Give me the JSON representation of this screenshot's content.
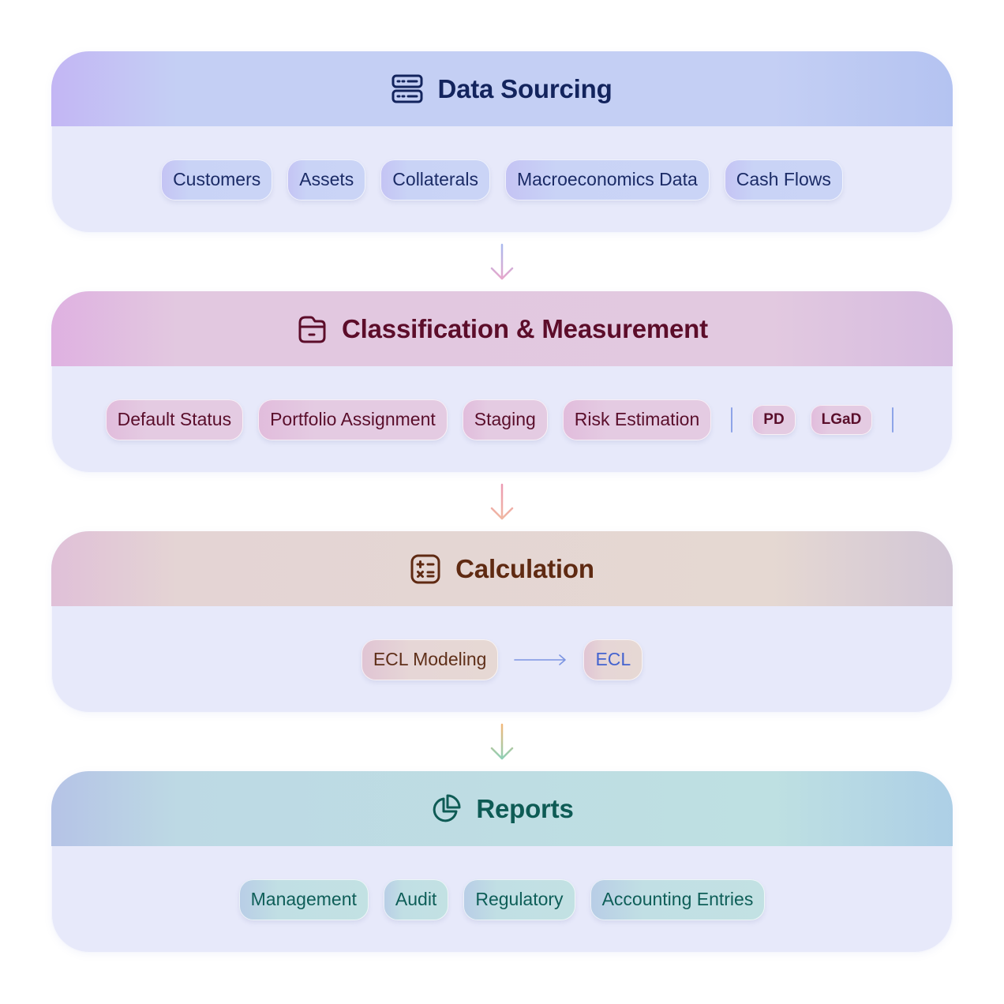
{
  "stages": [
    {
      "title": "Data Sourcing",
      "icon": "server-icon",
      "items": [
        "Customers",
        "Assets",
        "Collaterals",
        "Macroeconomics Data",
        "Cash Flows"
      ]
    },
    {
      "title": "Classification & Measurement",
      "icon": "folder-icon",
      "items": [
        "Default Status",
        "Portfolio Assignment",
        "Staging",
        "Risk Estimation"
      ],
      "sub_items": [
        "PD",
        "LGaD"
      ]
    },
    {
      "title": "Calculation",
      "icon": "calculator-icon",
      "items": [
        "ECL Modeling"
      ],
      "result": "ECL"
    },
    {
      "title": "Reports",
      "icon": "pie-chart-icon",
      "items": [
        "Management",
        "Audit",
        "Regulatory",
        "Accounting Entries"
      ]
    }
  ],
  "colors": {
    "data_sourcing": "#13245d",
    "classification": "#5c0d2a",
    "calculation": "#5f2a12",
    "reports": "#0e5b55",
    "card_body": "#e7e9fa"
  }
}
